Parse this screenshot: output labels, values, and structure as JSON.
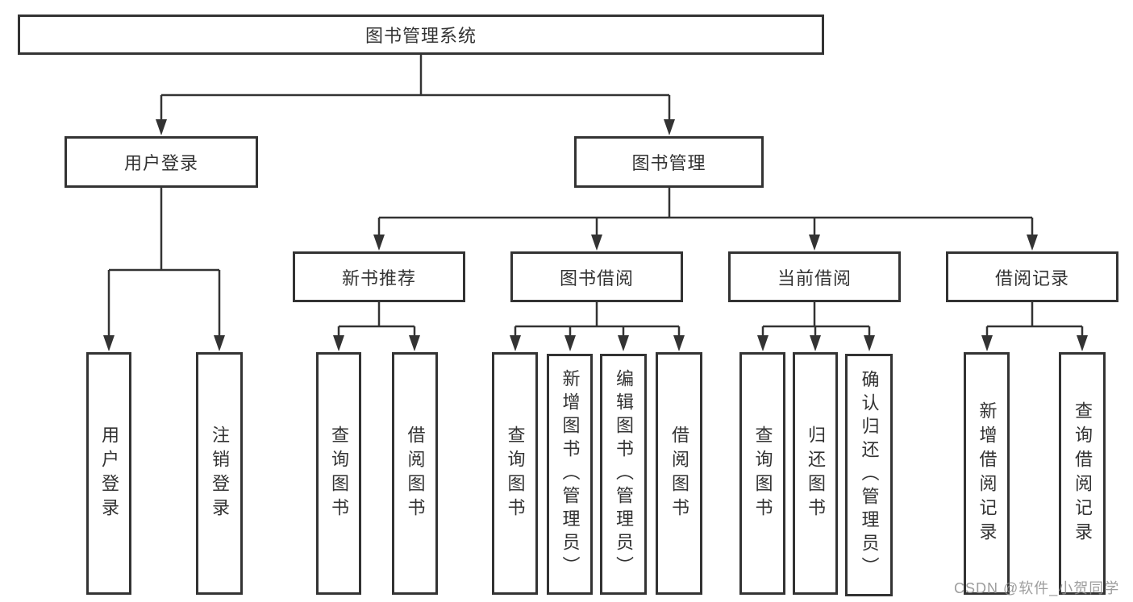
{
  "root": {
    "label": "图书管理系统"
  },
  "login": {
    "label": "用户登录",
    "leaves": [
      {
        "label": "用户登录"
      },
      {
        "label": "注销登录"
      }
    ]
  },
  "mgmt": {
    "label": "图书管理",
    "sections": [
      {
        "label": "新书推荐",
        "leaves": [
          {
            "label": "查询图书"
          },
          {
            "label": "借阅图书"
          }
        ]
      },
      {
        "label": "图书借阅",
        "leaves": [
          {
            "label": "查询图书"
          },
          {
            "label": "新增图书（管理员）"
          },
          {
            "label": "编辑图书（管理员）"
          },
          {
            "label": "借阅图书"
          }
        ]
      },
      {
        "label": "当前借阅",
        "leaves": [
          {
            "label": "查询图书"
          },
          {
            "label": "归还图书"
          },
          {
            "label": "确认归还（管理员）"
          }
        ]
      },
      {
        "label": "借阅记录",
        "leaves": [
          {
            "label": "新增借阅记录"
          },
          {
            "label": "查询借阅记录"
          }
        ]
      }
    ]
  },
  "watermark": "CSDN @软件_小贺同学",
  "colors": {
    "line": "#333333",
    "box_border": "#333333",
    "text": "#333333",
    "watermark": "#8c8c8c"
  }
}
